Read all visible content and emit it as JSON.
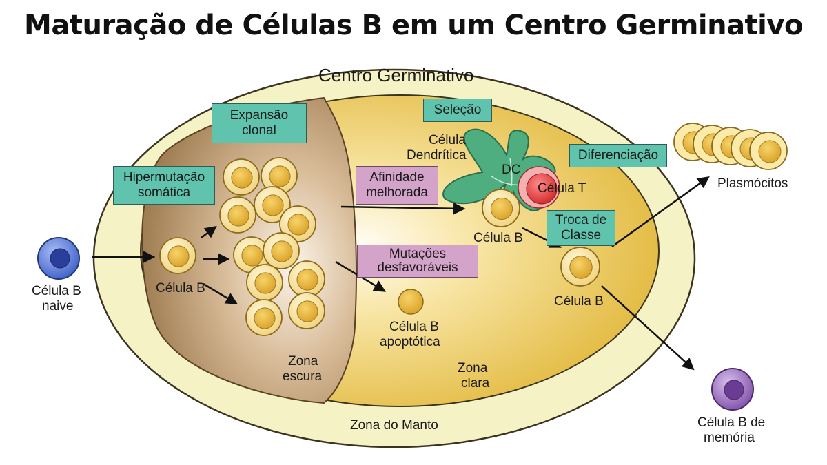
{
  "title": "Maturação de Células B em um Centro Germinativo",
  "labels": {
    "germinal_center": "Centro Germinativo",
    "mantle_zone": "Zona do Manto",
    "dark_zone_1": "Zona",
    "dark_zone_2": "escura",
    "light_zone_1": "Zona",
    "light_zone_2": "clara",
    "naive_1": "Célula B",
    "naive_2": "naive",
    "bcell_dark": "Célula B",
    "dendritic_1": "Célula",
    "dendritic_2": "Dendrítica",
    "dc": "DC",
    "tcell": "Célula T",
    "bcell_selected": "Célula B",
    "bcell_class": "Célula B",
    "apoptotic_1": "Célula B",
    "apoptotic_2": "apoptótica",
    "plasma": "Plasmócitos",
    "memory_1": "Célula B de",
    "memory_2": "memória"
  },
  "boxes": {
    "clonal_1": "Expansão",
    "clonal_2": "clonal",
    "hyper_1": "Hipermutação",
    "hyper_2": "somática",
    "selection": "Seleção",
    "affinity_1": "Afinidade",
    "affinity_2": "melhorada",
    "mutations_1": "Mutações",
    "mutations_2": "desfavoráveis",
    "differentiation": "Diferenciação",
    "class_1": "Troca de",
    "class_2": "Classe"
  },
  "colors": {
    "mantle": "#f4f1c2",
    "light_zone": "#e8c24f",
    "dark_zone": "#a07d52",
    "cell_fill": "#f4d98a",
    "cell_nucleus": "#e8b73a",
    "naive": "#4a6fd6",
    "memory": "#8e5fb5",
    "tcell": "#e23a3a",
    "dendritic": "#4aa67a",
    "teal_box": "#5fc3ad",
    "pink_box": "#d3a3c9"
  }
}
